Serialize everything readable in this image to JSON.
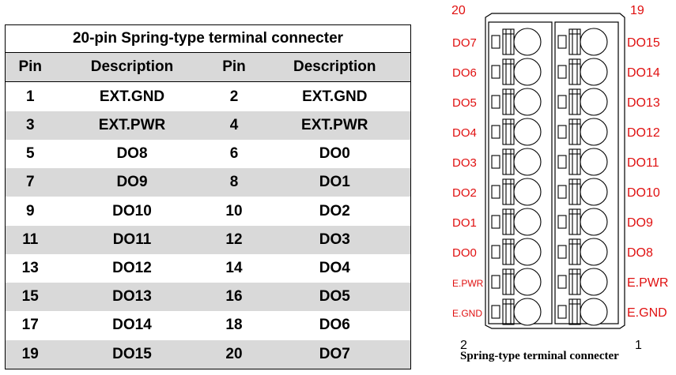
{
  "table": {
    "title": "20-pin Spring-type terminal connecter",
    "headers": [
      "Pin",
      "Description",
      "Pin",
      "Description"
    ],
    "rows": [
      {
        "pin_a": "1",
        "desc_a": "EXT.GND",
        "pin_b": "2",
        "desc_b": "EXT.GND"
      },
      {
        "pin_a": "3",
        "desc_a": "EXT.PWR",
        "pin_b": "4",
        "desc_b": "EXT.PWR"
      },
      {
        "pin_a": "5",
        "desc_a": "DO8",
        "pin_b": "6",
        "desc_b": "DO0"
      },
      {
        "pin_a": "7",
        "desc_a": "DO9",
        "pin_b": "8",
        "desc_b": "DO1"
      },
      {
        "pin_a": "9",
        "desc_a": "DO10",
        "pin_b": "10",
        "desc_b": "DO2"
      },
      {
        "pin_a": "11",
        "desc_a": "DO11",
        "pin_b": "12",
        "desc_b": "DO3"
      },
      {
        "pin_a": "13",
        "desc_a": "DO12",
        "pin_b": "14",
        "desc_b": "DO4"
      },
      {
        "pin_a": "15",
        "desc_a": "DO13",
        "pin_b": "16",
        "desc_b": "DO5"
      },
      {
        "pin_a": "17",
        "desc_a": "DO14",
        "pin_b": "18",
        "desc_b": "DO6"
      },
      {
        "pin_a": "19",
        "desc_a": "DO15",
        "pin_b": "20",
        "desc_b": "DO7"
      }
    ]
  },
  "diagram": {
    "caption": "Spring-type terminal connecter",
    "corner_top_left": "20",
    "corner_top_right": "19",
    "corner_bottom_left": "2",
    "corner_bottom_right": "1",
    "left_labels": [
      "DO7",
      "DO6",
      "DO5",
      "DO4",
      "DO3",
      "DO2",
      "DO1",
      "DO0",
      "E.PWR",
      "E.GND"
    ],
    "right_labels": [
      "DO15",
      "DO14",
      "DO13",
      "DO12",
      "DO11",
      "DO10",
      "DO9",
      "DO8",
      "E.PWR",
      "E.GND"
    ]
  },
  "colors": {
    "label_red": "#e01010",
    "row_shade": "#d9d9d9"
  }
}
